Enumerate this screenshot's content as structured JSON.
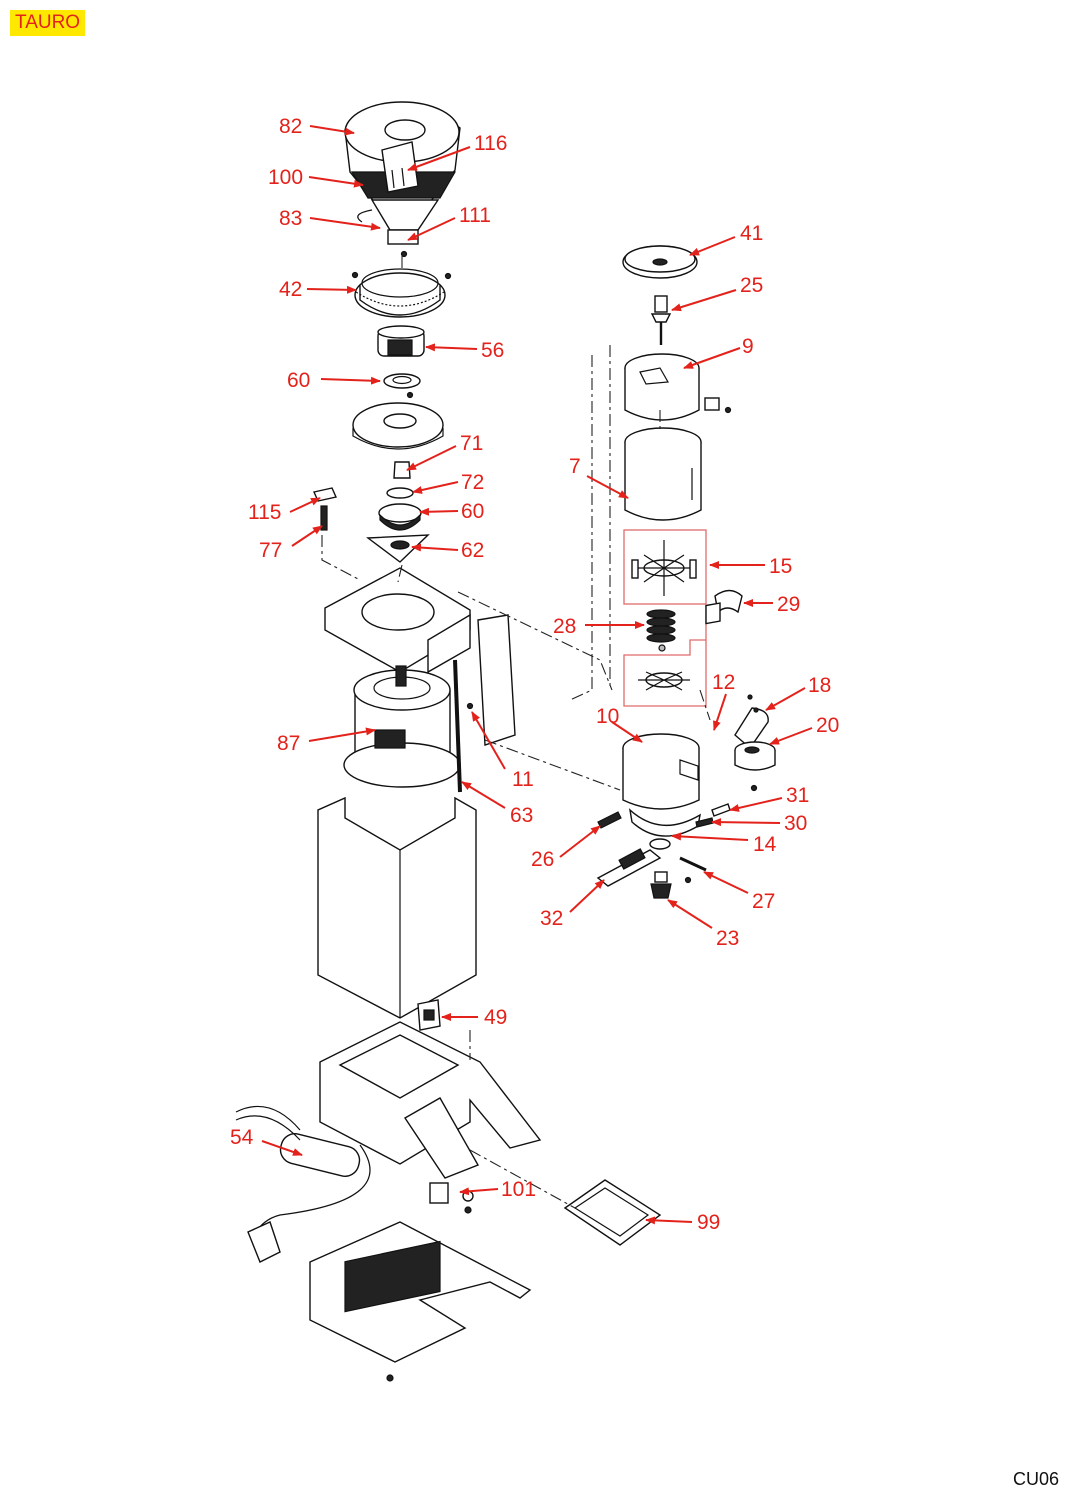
{
  "page": {
    "title": "TAURO",
    "code": "CU06"
  },
  "colors": {
    "callout": "#e3221b",
    "badge_bg": "#ffe800",
    "highlight_box": "#e06b6b"
  },
  "callouts": [
    {
      "label": "82"
    },
    {
      "label": "116"
    },
    {
      "label": "100"
    },
    {
      "label": "83"
    },
    {
      "label": "111"
    },
    {
      "label": "42"
    },
    {
      "label": "56"
    },
    {
      "label": "60"
    },
    {
      "label": "71"
    },
    {
      "label": "72"
    },
    {
      "label": "60"
    },
    {
      "label": "62"
    },
    {
      "label": "115"
    },
    {
      "label": "77"
    },
    {
      "label": "87"
    },
    {
      "label": "11"
    },
    {
      "label": "63"
    },
    {
      "label": "49"
    },
    {
      "label": "54"
    },
    {
      "label": "101"
    },
    {
      "label": "99"
    },
    {
      "label": "41"
    },
    {
      "label": "25"
    },
    {
      "label": "9"
    },
    {
      "label": "7"
    },
    {
      "label": "15"
    },
    {
      "label": "29"
    },
    {
      "label": "28"
    },
    {
      "label": "12"
    },
    {
      "label": "18"
    },
    {
      "label": "10"
    },
    {
      "label": "20"
    },
    {
      "label": "31"
    },
    {
      "label": "30"
    },
    {
      "label": "14"
    },
    {
      "label": "26"
    },
    {
      "label": "27"
    },
    {
      "label": "32"
    },
    {
      "label": "23"
    }
  ]
}
